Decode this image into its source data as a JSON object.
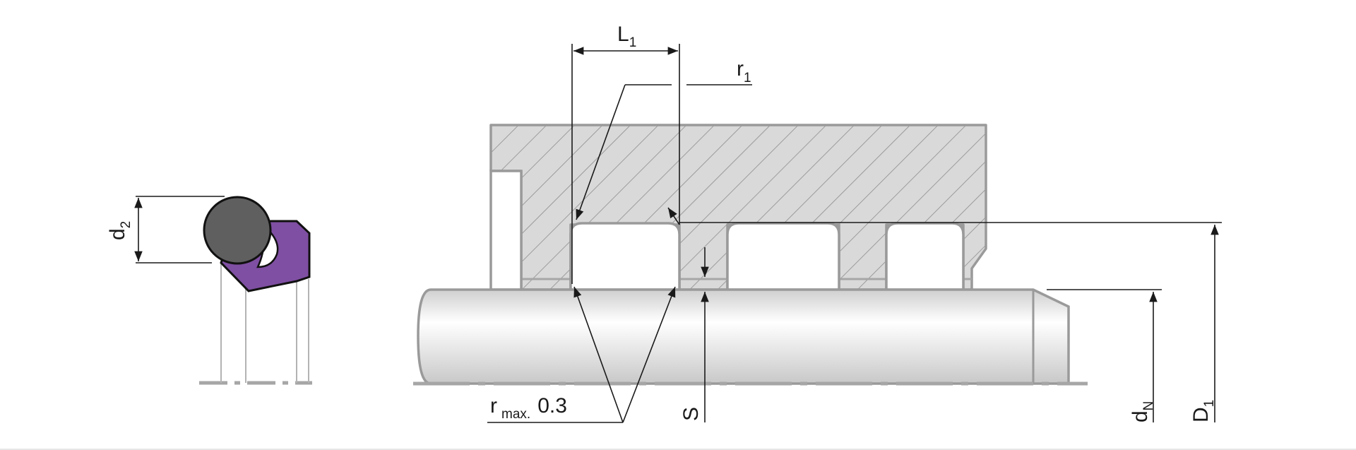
{
  "labels": {
    "L": "L",
    "L_sub": "1",
    "r": "r",
    "r_sub": "1",
    "d2": "d",
    "d2_sub": "2",
    "rmax": "r",
    "rmax_sub": "max.",
    "rmax_val": "0.3",
    "S": "S",
    "dN": "d",
    "dN_sub": "N",
    "D1": "D",
    "D1_sub": "1"
  },
  "colors": {
    "housing_fill": "#d9d9d9",
    "outline": "#a6a6a6",
    "oring": "#5f5f5f",
    "seal_purple": "#7f4fa3",
    "dim_line": "#1a1a1a"
  }
}
